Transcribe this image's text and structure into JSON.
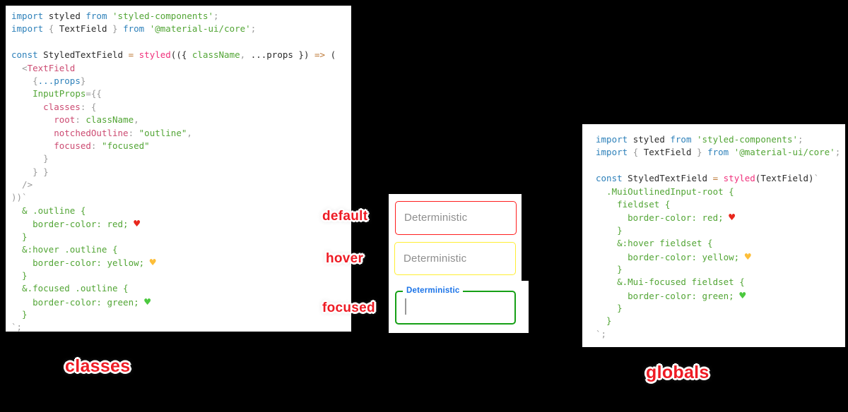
{
  "palette": {
    "keyword": "#2e81ba",
    "ident": "#2b2b2b",
    "string": "#52a535",
    "green": "#52a535",
    "pink": "#f0317c",
    "rose": "#cc4b72",
    "orange": "#bd7836",
    "grey": "#9a9a9a",
    "heart_red": "#e8271c",
    "heart_yellow": "#fdbe39",
    "heart_green": "#4cc93f"
  },
  "code_left": {
    "lines": [
      [
        [
          "keyword",
          "import "
        ],
        [
          "ident",
          "styled "
        ],
        [
          "keyword",
          "from "
        ],
        [
          "string",
          "'styled-components'"
        ],
        [
          "grey",
          ";"
        ]
      ],
      [
        [
          "keyword",
          "import "
        ],
        [
          "grey",
          "{ "
        ],
        [
          "ident",
          "TextField "
        ],
        [
          "grey",
          "} "
        ],
        [
          "keyword",
          "from "
        ],
        [
          "string",
          "'@material-ui/core'"
        ],
        [
          "grey",
          ";"
        ]
      ],
      [],
      [
        [
          "keyword",
          "const "
        ],
        [
          "ident",
          "StyledTextField "
        ],
        [
          "orange",
          "= "
        ],
        [
          "pink",
          "styled"
        ],
        [
          "ident",
          "(({ "
        ],
        [
          "green",
          "className"
        ],
        [
          "grey",
          ", "
        ],
        [
          "ident",
          "...props }) "
        ],
        [
          "orange",
          "=> "
        ],
        [
          "ident",
          "("
        ]
      ],
      [
        [
          "ident",
          "  "
        ],
        [
          "grey",
          "<"
        ],
        [
          "rose",
          "TextField"
        ]
      ],
      [
        [
          "ident",
          "    "
        ],
        [
          "grey",
          "{"
        ],
        [
          "keyword",
          "...props"
        ],
        [
          "grey",
          "}"
        ]
      ],
      [
        [
          "ident",
          "    "
        ],
        [
          "green",
          "InputProps"
        ],
        [
          "grey",
          "={{"
        ]
      ],
      [
        [
          "ident",
          "      "
        ],
        [
          "rose",
          "classes"
        ],
        [
          "grey",
          ": {"
        ]
      ],
      [
        [
          "ident",
          "        "
        ],
        [
          "rose",
          "root"
        ],
        [
          "grey",
          ": "
        ],
        [
          "green",
          "className"
        ],
        [
          "grey",
          ","
        ]
      ],
      [
        [
          "ident",
          "        "
        ],
        [
          "rose",
          "notchedOutline"
        ],
        [
          "grey",
          ": "
        ],
        [
          "string",
          "\"outline\""
        ],
        [
          "grey",
          ","
        ]
      ],
      [
        [
          "ident",
          "        "
        ],
        [
          "rose",
          "focused"
        ],
        [
          "grey",
          ": "
        ],
        [
          "string",
          "\"focused\""
        ]
      ],
      [
        [
          "grey",
          "      }"
        ]
      ],
      [
        [
          "grey",
          "    } }"
        ]
      ],
      [
        [
          "grey",
          "  />"
        ]
      ],
      [
        [
          "grey",
          "))`"
        ]
      ],
      [
        [
          "green",
          "  & .outline {"
        ]
      ],
      [
        [
          "green",
          "    border-color: red; "
        ],
        [
          "heart_red",
          "♥"
        ]
      ],
      [
        [
          "green",
          "  }"
        ]
      ],
      [
        [
          "green",
          "  &:hover .outline {"
        ]
      ],
      [
        [
          "green",
          "    border-color: yellow; "
        ],
        [
          "heart_yellow",
          "♥"
        ]
      ],
      [
        [
          "green",
          "  }"
        ]
      ],
      [
        [
          "green",
          "  &.focused .outline {"
        ]
      ],
      [
        [
          "green",
          "    border-color: green; "
        ],
        [
          "heart_green",
          "♥"
        ]
      ],
      [
        [
          "green",
          "  }"
        ]
      ],
      [
        [
          "grey",
          "`;"
        ]
      ]
    ]
  },
  "code_right": {
    "lines": [
      [
        [
          "keyword",
          "import "
        ],
        [
          "ident",
          "styled "
        ],
        [
          "keyword",
          "from "
        ],
        [
          "string",
          "'styled-components'"
        ],
        [
          "grey",
          ";"
        ]
      ],
      [
        [
          "keyword",
          "import "
        ],
        [
          "grey",
          "{ "
        ],
        [
          "ident",
          "TextField "
        ],
        [
          "grey",
          "} "
        ],
        [
          "keyword",
          "from "
        ],
        [
          "string",
          "'@material-ui/core'"
        ],
        [
          "grey",
          ";"
        ]
      ],
      [],
      [
        [
          "keyword",
          "const "
        ],
        [
          "ident",
          "StyledTextField "
        ],
        [
          "orange",
          "= "
        ],
        [
          "pink",
          "styled"
        ],
        [
          "ident",
          "(TextField)"
        ],
        [
          "grey",
          "`"
        ]
      ],
      [
        [
          "green",
          "  .MuiOutlinedInput-root {"
        ]
      ],
      [
        [
          "green",
          "    fieldset {"
        ]
      ],
      [
        [
          "green",
          "      border-color: red; "
        ],
        [
          "heart_red",
          "♥"
        ]
      ],
      [
        [
          "green",
          "    }"
        ]
      ],
      [
        [
          "green",
          "    &:hover fieldset {"
        ]
      ],
      [
        [
          "green",
          "      border-color: yellow; "
        ],
        [
          "heart_yellow",
          "♥"
        ]
      ],
      [
        [
          "green",
          "    }"
        ]
      ],
      [
        [
          "green",
          "    &.Mui-focused fieldset {"
        ]
      ],
      [
        [
          "green",
          "      border-color: green; "
        ],
        [
          "heart_green",
          "♥"
        ]
      ],
      [
        [
          "green",
          "    }"
        ]
      ],
      [
        [
          "green",
          "  }"
        ]
      ],
      [
        [
          "grey",
          "`;"
        ]
      ]
    ]
  },
  "textfields": {
    "default": {
      "label": "Deterministic",
      "border_color": "#ff1e1e"
    },
    "hover": {
      "label": "Deterministic",
      "border_color": "#ffee33"
    },
    "focused": {
      "label": "Deterministic",
      "border_color": "#16a016",
      "label_color": "#1a73e8"
    }
  },
  "stickers": {
    "default": "default",
    "hover": "hover",
    "focused": "focused",
    "classes": "classes",
    "globals": "globals"
  }
}
